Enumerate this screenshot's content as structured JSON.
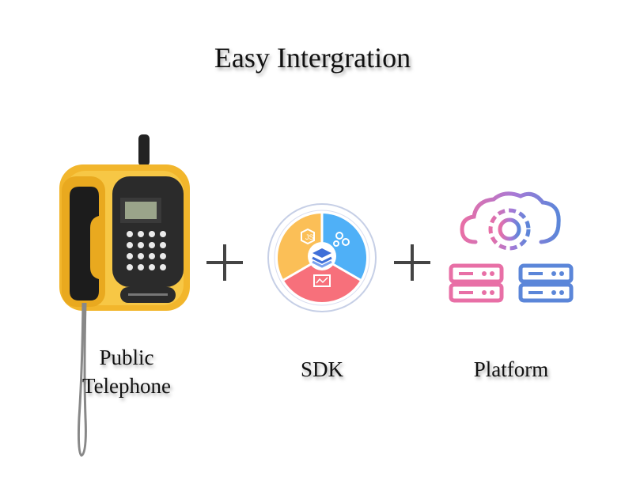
{
  "title": "Easy Intergration",
  "items": [
    {
      "label_line1": "Public",
      "label_line2": "Telephone",
      "icon": "public-telephone-icon"
    },
    {
      "label": "SDK",
      "icon": "sdk-icon"
    },
    {
      "label": "Platform",
      "icon": "cloud-platform-icon"
    }
  ],
  "connectors": [
    "plus-icon",
    "plus-icon"
  ],
  "colors": {
    "phone_body": "#f2b62c",
    "phone_panel": "#2b2b2b",
    "sdk_orange": "#fbbf57",
    "sdk_blue": "#4fb0f7",
    "sdk_red": "#f7707b",
    "platform_pink": "#e86fa6",
    "platform_blue": "#5b86d9"
  }
}
